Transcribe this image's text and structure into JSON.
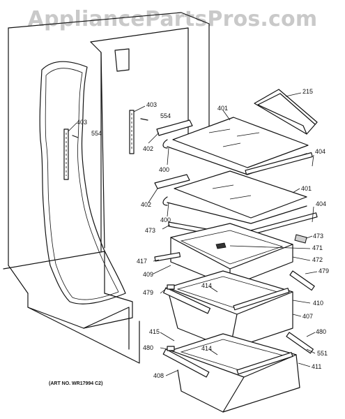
{
  "watermark": "AppliancePartsPros.com",
  "art_number": "(ART NO. WR17994 C2)",
  "callouts": [
    {
      "id": "c215",
      "label": "215"
    },
    {
      "id": "c401a",
      "label": "401"
    },
    {
      "id": "c403a",
      "label": "403"
    },
    {
      "id": "c554a",
      "label": "554"
    },
    {
      "id": "c403b",
      "label": "403"
    },
    {
      "id": "c554b",
      "label": "554"
    },
    {
      "id": "c402a",
      "label": "402"
    },
    {
      "id": "c404a",
      "label": "404"
    },
    {
      "id": "c400a",
      "label": "400"
    },
    {
      "id": "c401b",
      "label": "401"
    },
    {
      "id": "c402b",
      "label": "402"
    },
    {
      "id": "c404b",
      "label": "404"
    },
    {
      "id": "c400b",
      "label": "400"
    },
    {
      "id": "c473a",
      "label": "473"
    },
    {
      "id": "c473b",
      "label": "473"
    },
    {
      "id": "c471",
      "label": "471"
    },
    {
      "id": "c417",
      "label": "417"
    },
    {
      "id": "c472",
      "label": "472"
    },
    {
      "id": "c409",
      "label": "409"
    },
    {
      "id": "c479a",
      "label": "479"
    },
    {
      "id": "c414a",
      "label": "414"
    },
    {
      "id": "c479b",
      "label": "479"
    },
    {
      "id": "c410",
      "label": "410"
    },
    {
      "id": "c407",
      "label": "407"
    },
    {
      "id": "c415",
      "label": "415"
    },
    {
      "id": "c480a",
      "label": "480"
    },
    {
      "id": "c414b",
      "label": "414"
    },
    {
      "id": "c480b",
      "label": "480"
    },
    {
      "id": "c551",
      "label": "551"
    },
    {
      "id": "c411",
      "label": "411"
    },
    {
      "id": "c408",
      "label": "408"
    }
  ]
}
